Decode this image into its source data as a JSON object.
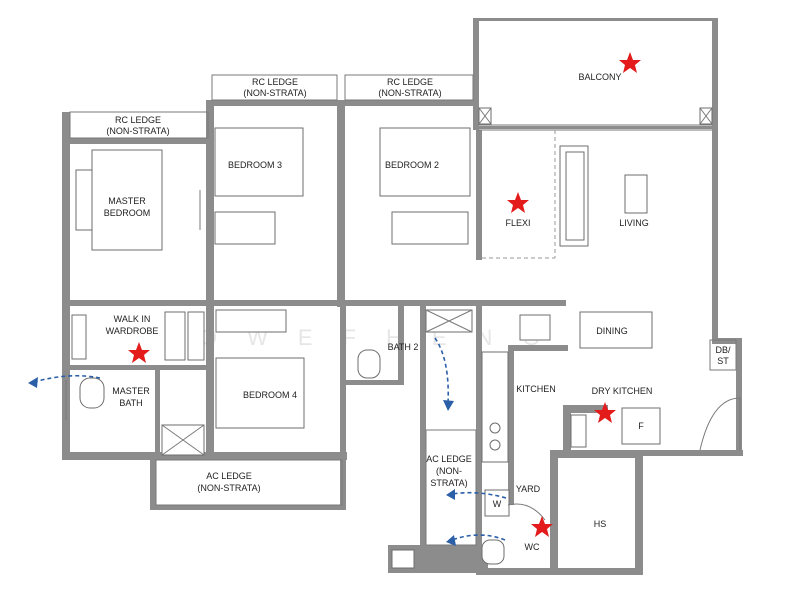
{
  "watermark": "OWEFHENG",
  "rooms": {
    "balcony": "BALCONY",
    "flexi": "FLEXI",
    "living": "LIVING",
    "dining": "DINING",
    "dry_kitchen": "DRY KITCHEN",
    "kitchen": "KITCHEN",
    "master_bedroom_1": "MASTER",
    "master_bedroom_2": "BEDROOM",
    "bedroom3": "BEDROOM 3",
    "bedroom2": "BEDROOM 2",
    "bedroom4": "BEDROOM 4",
    "walk_in_1": "WALK IN",
    "walk_in_2": "WARDROBE",
    "master_bath_1": "MASTER",
    "master_bath_2": "BATH",
    "bath2": "BATH 2",
    "yard": "YARD",
    "wc": "WC",
    "hs": "HS",
    "db_st_1": "DB/",
    "db_st_2": "ST",
    "washer": "W",
    "fridge": "F"
  },
  "ledges": {
    "rc1_1": "RC LEDGE",
    "rc1_2": "(NON-STRATA)",
    "rc2_1": "RC LEDGE",
    "rc2_2": "(NON-STRATA)",
    "rc3_1": "RC LEDGE",
    "rc3_2": "(NON-STRATA)",
    "ac1_1": "AC LEDGE",
    "ac1_2": "(NON-STRATA)",
    "ac2_1": "AC LEDGE",
    "ac2_2": "(NON-",
    "ac2_3": "STRATA)"
  },
  "colors": {
    "wall": "#8c8c8c",
    "star": "#e31b1b",
    "arrow": "#2b5fa8"
  },
  "markers": [
    "star-icon",
    "arrow-icon"
  ]
}
